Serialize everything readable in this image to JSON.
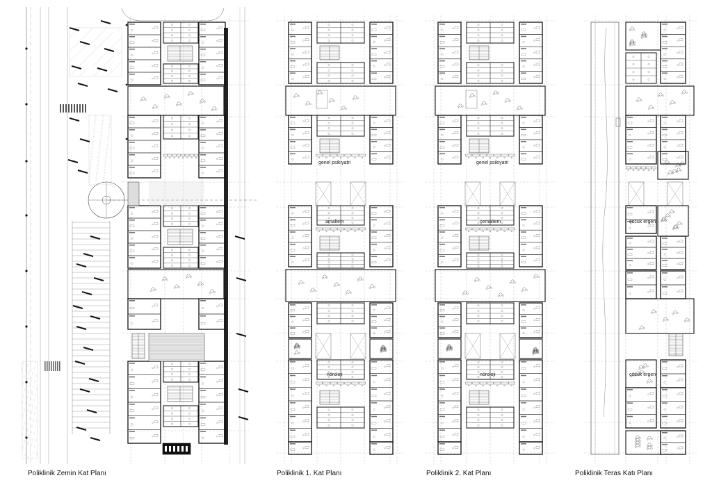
{
  "plans": [
    {
      "id": "zemin",
      "caption": "Poliklinik Zemin Kat Planı",
      "labels": []
    },
    {
      "id": "kat1",
      "caption": "Poliklinik 1. Kat Planı",
      "labels": [
        "genel psikiyatri",
        "amaltem",
        "nöroloji"
      ]
    },
    {
      "id": "kat2",
      "caption": "Poliklinik 2. Kat Planı",
      "labels": [
        "genel psikiyatri",
        "çemaltem",
        "nöroloji"
      ]
    },
    {
      "id": "teras",
      "caption": "Poliklinik Teras Katı Planı",
      "labels": [
        "çocuk ergen",
        "çocuk ergen"
      ]
    }
  ]
}
